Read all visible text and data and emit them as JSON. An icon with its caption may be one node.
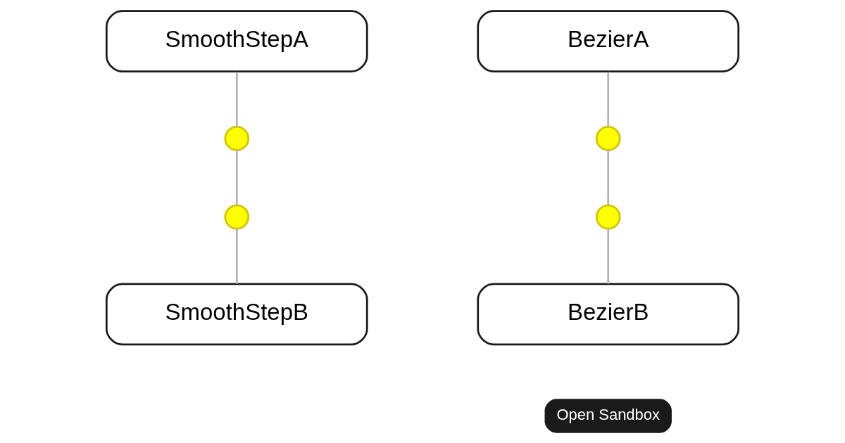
{
  "diagram": {
    "nodes": [
      {
        "text": [
          "SmoothStepA"
        ]
      },
      {
        "text": [
          "BezierA"
        ]
      },
      {
        "text": [],
        "shape": "circle"
      },
      {
        "text": [],
        "shape": "circle"
      },
      {
        "text": [],
        "shape": "circle"
      },
      {
        "text": [],
        "shape": "circle"
      },
      {
        "text": [
          "SmoothStepB"
        ]
      },
      {
        "text": [
          "BezierB"
        ]
      }
    ],
    "edges": [
      {
        "from": 0,
        "to": 2,
        "arrow": "none"
      },
      {
        "from": 2,
        "to": 4,
        "arrow": "none"
      },
      {
        "from": 4,
        "to": 6,
        "arrow": "none"
      },
      {
        "from": 1,
        "to": 3,
        "arrow": "none"
      },
      {
        "from": 3,
        "to": 5,
        "arrow": "none"
      },
      {
        "from": 5,
        "to": 7,
        "arrow": "none"
      }
    ],
    "labels": [
      "Open Sandbox"
    ]
  }
}
